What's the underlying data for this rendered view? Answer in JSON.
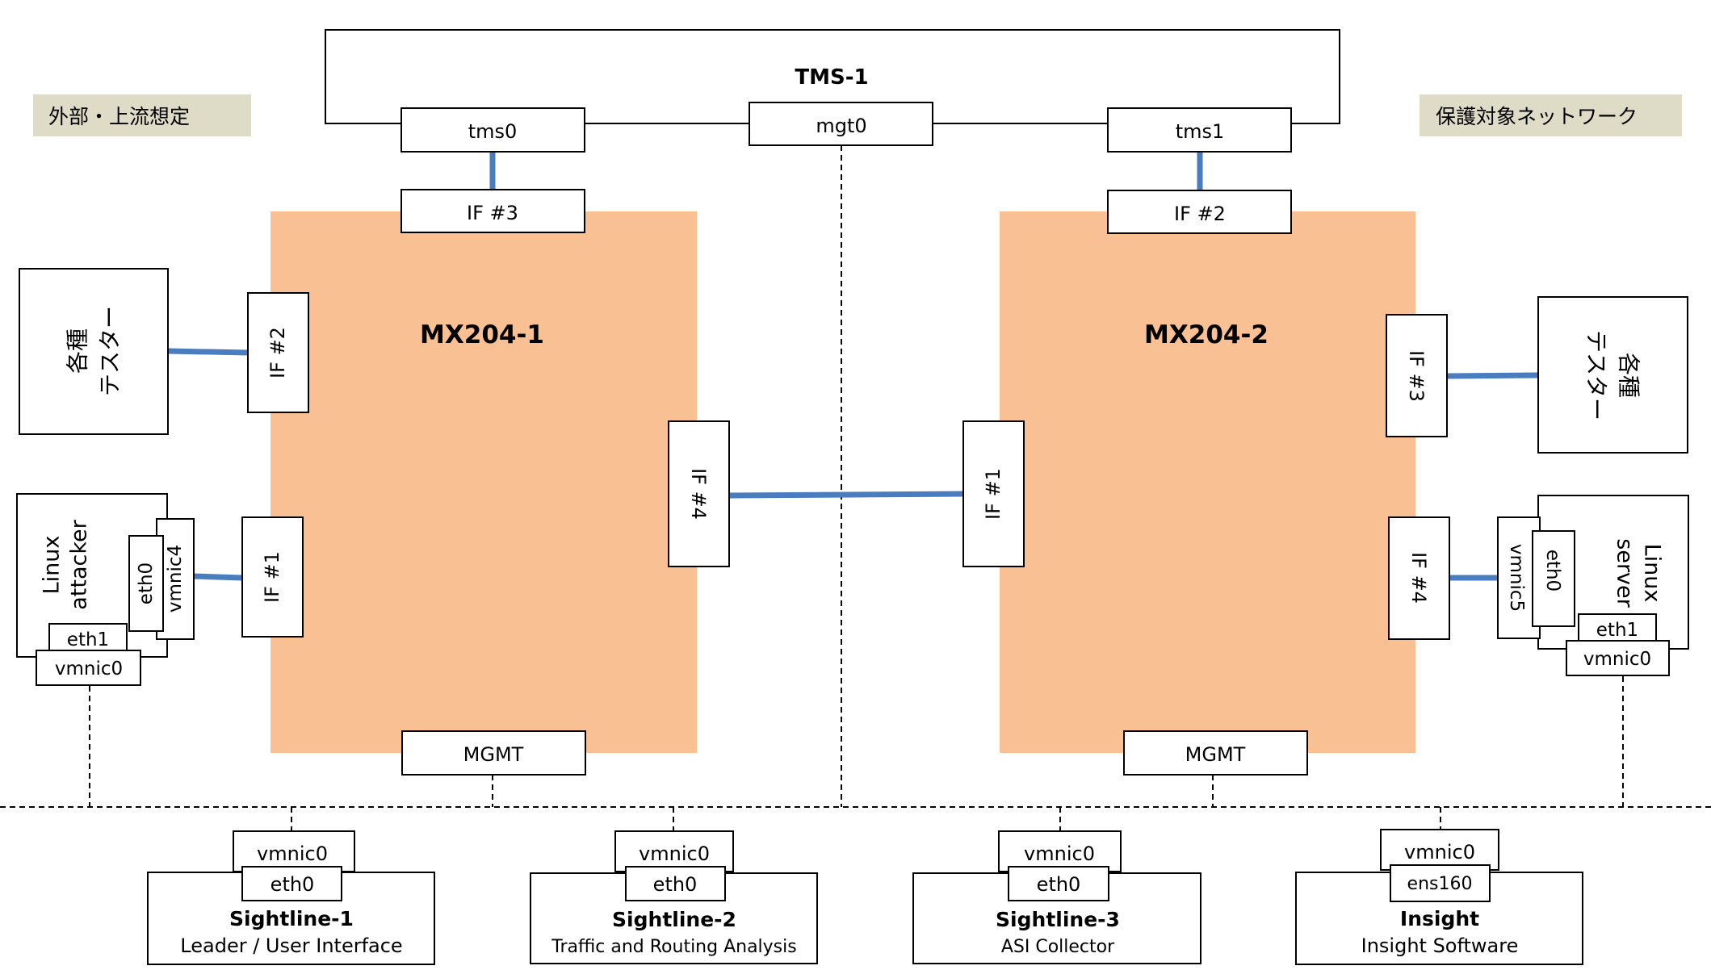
{
  "colors": {
    "router_fill": "#F9C193",
    "label_fill": "#DEDBC6",
    "link_line": "#4A7DC0",
    "stroke": "#000000"
  },
  "labels": {
    "external": "外部・上流想定",
    "protected": "保護対象ネットワーク"
  },
  "tms": {
    "title": "TMS-1",
    "tms0": "tms0",
    "mgt0": "mgt0",
    "tms1": "tms1"
  },
  "mx1": {
    "title": "MX204-1",
    "if3": "IF #3",
    "if2": "IF #2",
    "if1": "IF #1",
    "if4": "IF #4",
    "mgmt": "MGMT"
  },
  "mx2": {
    "title": "MX204-2",
    "if2": "IF #2",
    "if3": "IF #3",
    "if1": "IF #1",
    "if4": "IF #4",
    "mgmt": "MGMT"
  },
  "tester_left": {
    "line1": "各種",
    "line2": "テスター"
  },
  "tester_right": {
    "line1": "各種",
    "line2": "テスター"
  },
  "attacker": {
    "line1": "Linux",
    "line2": "attacker",
    "eth0": "eth0",
    "vmnic4": "vmnic4",
    "eth1": "eth1",
    "vmnic0": "vmnic0"
  },
  "server": {
    "line1": "Linux",
    "line2": "server",
    "eth0": "eth0",
    "vmnic5": "vmnic5",
    "eth1": "eth1",
    "vmnic0": "vmnic0"
  },
  "bottom": [
    {
      "nic": "vmnic0",
      "port": "eth0",
      "title": "Sightline-1",
      "subtitle": "Leader / User Interface"
    },
    {
      "nic": "vmnic0",
      "port": "eth0",
      "title": "Sightline-2",
      "subtitle": "Traffic and Routing Analysis"
    },
    {
      "nic": "vmnic0",
      "port": "eth0",
      "title": "Sightline-3",
      "subtitle": "ASI Collector"
    },
    {
      "nic": "vmnic0",
      "port": "ens160",
      "title": "Insight",
      "subtitle": "Insight Software"
    }
  ]
}
